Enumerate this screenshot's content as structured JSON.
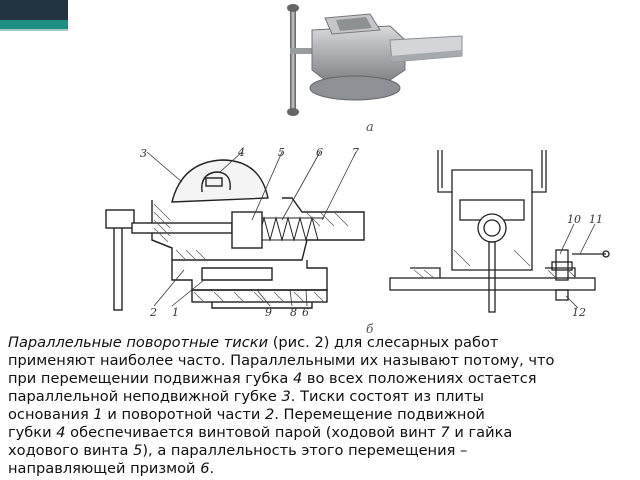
{
  "figure": {
    "label_a": "а",
    "label_b": "б",
    "callouts_main": [
      "3",
      "4",
      "5",
      "6",
      "7",
      "2",
      "1",
      "9",
      "8",
      "6"
    ],
    "callouts_side": [
      "10",
      "11",
      "12"
    ]
  },
  "text": {
    "lines": [
      [
        {
          "t": "Параллельные поворотные тиски",
          "i": true
        },
        {
          "t": " (рис. 2) для слесарных работ",
          "i": false
        }
      ],
      [
        {
          "t": "применяют наиболее часто. Параллельными их называют потому, что",
          "i": false
        }
      ],
      [
        {
          "t": "при перемещении подвижная губка ",
          "i": false
        },
        {
          "t": "4",
          "i": true
        },
        {
          "t": " во всех положениях остается",
          "i": false
        }
      ],
      [
        {
          "t": "параллельной неподвижной губке ",
          "i": false
        },
        {
          "t": "3",
          "i": true
        },
        {
          "t": ". Тиски состоят из плиты",
          "i": false
        }
      ],
      [
        {
          "t": "основания ",
          "i": false
        },
        {
          "t": "1",
          "i": true
        },
        {
          "t": " и поворотной части ",
          "i": false
        },
        {
          "t": "2",
          "i": true
        },
        {
          "t": ". Перемещение подвижной",
          "i": false
        }
      ],
      [
        {
          "t": "губки ",
          "i": false
        },
        {
          "t": "4",
          "i": true
        },
        {
          "t": " обеспечивается винтовой парой (ходовой винт ",
          "i": false
        },
        {
          "t": "7",
          "i": true
        },
        {
          "t": " и гайка",
          "i": false
        }
      ],
      [
        {
          "t": "ходового винта ",
          "i": false
        },
        {
          "t": "5",
          "i": true
        },
        {
          "t": "), а параллельность этого перемещения –",
          "i": false
        }
      ],
      [
        {
          "t": "направляющей призмой ",
          "i": false
        },
        {
          "t": "6",
          "i": true
        },
        {
          "t": ".",
          "i": false
        }
      ]
    ]
  }
}
